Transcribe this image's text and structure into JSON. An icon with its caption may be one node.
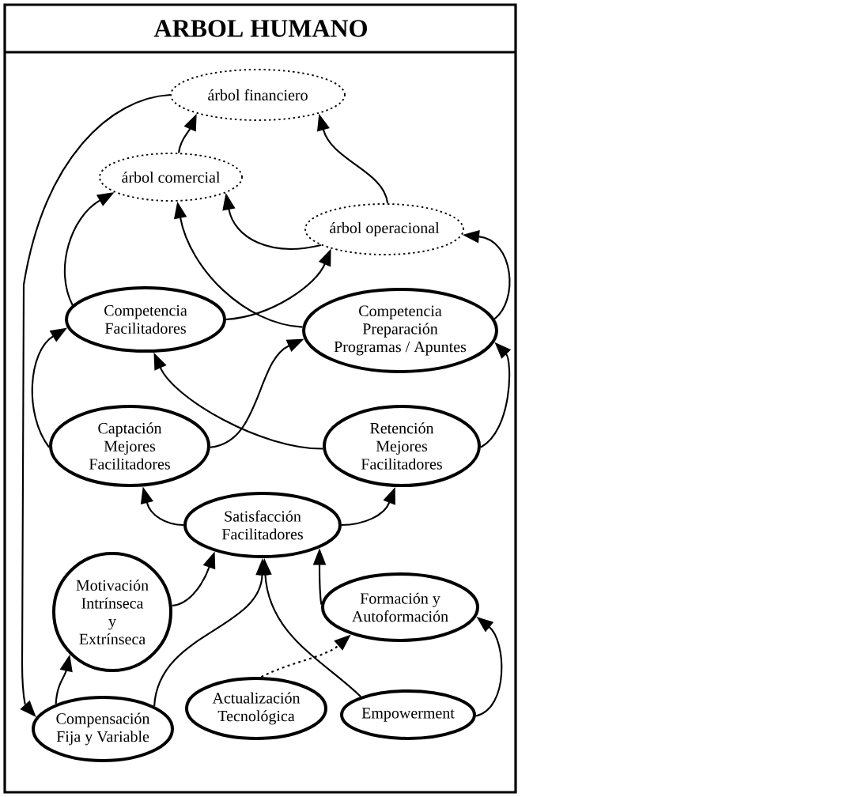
{
  "diagram": {
    "title": "ARBOL HUMANO",
    "nodes": [
      {
        "text": [
          "árbol financiero"
        ]
      },
      {
        "text": [
          "árbol comercial"
        ]
      },
      {
        "text": [
          "árbol operacional"
        ]
      },
      {
        "text": [
          "Competencia Facilitadores"
        ]
      },
      {
        "text": [
          "Competencia Preparación Programas / Apuntes"
        ]
      },
      {
        "text": [
          "Captación Mejores Facilitadores"
        ]
      },
      {
        "text": [
          "Retención Mejores Facilitadores"
        ]
      },
      {
        "text": [
          "Satisfacción Facilitadores"
        ]
      },
      {
        "text": [
          "Motivación Intrínseca y Extrínseca"
        ]
      },
      {
        "text": [
          "Formación y Autoformación"
        ]
      },
      {
        "text": [
          "Compensación Fija y Variable"
        ]
      },
      {
        "text": [
          "Actualización Tecnológica"
        ]
      },
      {
        "text": [
          "Empowerment"
        ]
      }
    ],
    "edges": [
      {
        "from": 1,
        "to": 0,
        "arrow": "to"
      },
      {
        "from": 2,
        "to": 0,
        "arrow": "to"
      },
      {
        "from": 3,
        "to": 1,
        "arrow": "to"
      },
      {
        "from": 0,
        "to": 10,
        "arrow": "to"
      },
      {
        "from": 4,
        "to": 1,
        "arrow": "to"
      },
      {
        "from": 2,
        "to": 1,
        "arrow": "to"
      },
      {
        "from": 3,
        "to": 2,
        "arrow": "to"
      },
      {
        "from": 4,
        "to": 2,
        "arrow": "to"
      },
      {
        "from": 6,
        "to": 4,
        "arrow": "to"
      },
      {
        "from": 6,
        "to": 3,
        "arrow": "to"
      },
      {
        "from": 5,
        "to": 3,
        "arrow": "to"
      },
      {
        "from": 5,
        "to": 4,
        "arrow": "to"
      },
      {
        "from": 7,
        "to": 5,
        "arrow": "to"
      },
      {
        "from": 7,
        "to": 6,
        "arrow": "to"
      },
      {
        "from": 8,
        "to": 7,
        "arrow": "to"
      },
      {
        "from": 10,
        "to": 8,
        "arrow": "to"
      },
      {
        "from": 10,
        "to": 7,
        "arrow": "to"
      },
      {
        "from": 12,
        "to": 7,
        "arrow": "to"
      },
      {
        "from": 9,
        "to": 7,
        "arrow": "to"
      },
      {
        "from": 12,
        "to": 9,
        "arrow": "to"
      },
      {
        "from": 11,
        "to": 9,
        "arrow": "to",
        "style": "dashed"
      }
    ]
  }
}
